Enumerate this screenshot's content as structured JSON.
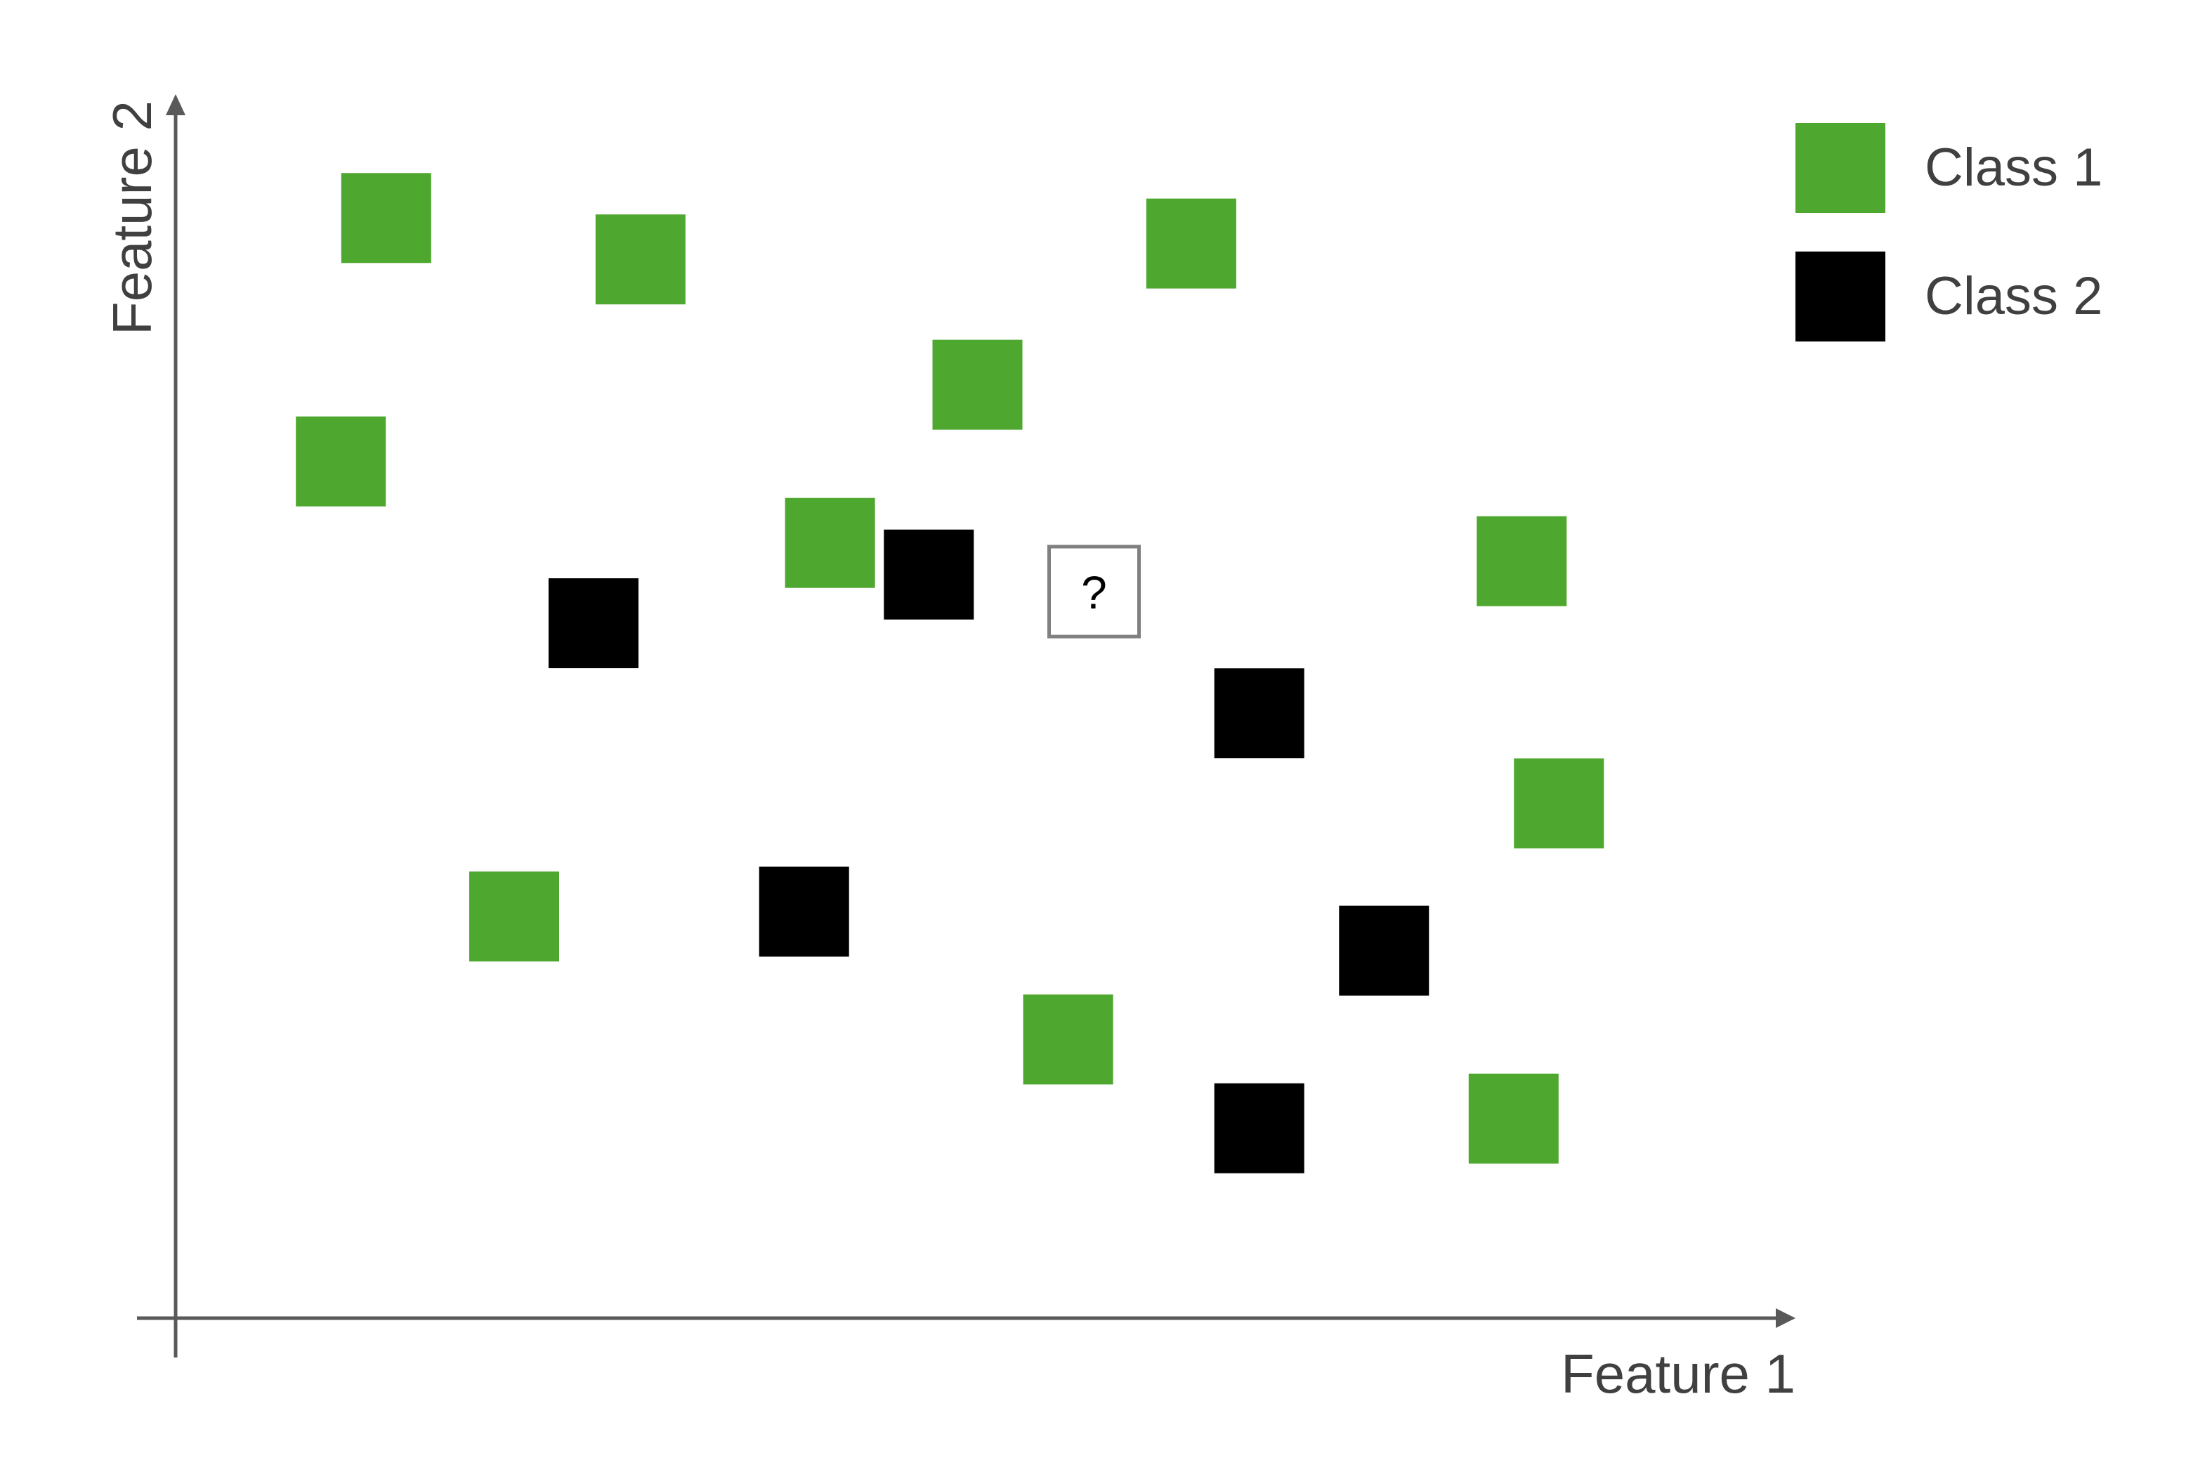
{
  "chart_data": {
    "type": "scatter",
    "title": "",
    "xlabel": "Feature 1",
    "ylabel": "Feature 2",
    "xlim": [
      0,
      100
    ],
    "ylim": [
      0,
      100
    ],
    "grid": false,
    "legend_position": "top-right",
    "colors": {
      "Class 1": "#4ea72e",
      "Class 2": "#000000",
      "query_border": "#808080",
      "axis": "#595959"
    },
    "series": [
      {
        "name": "Class 1",
        "points": [
          {
            "x": 13.0,
            "y": 90.4
          },
          {
            "x": 28.7,
            "y": 87.0
          },
          {
            "x": 62.7,
            "y": 88.3
          },
          {
            "x": 49.5,
            "y": 76.7
          },
          {
            "x": 10.2,
            "y": 70.4
          },
          {
            "x": 40.4,
            "y": 63.7
          },
          {
            "x": 83.1,
            "y": 62.2
          },
          {
            "x": 20.9,
            "y": 33.0
          },
          {
            "x": 55.1,
            "y": 22.9
          },
          {
            "x": 85.4,
            "y": 42.3
          },
          {
            "x": 82.6,
            "y": 16.4
          }
        ]
      },
      {
        "name": "Class 2",
        "points": [
          {
            "x": 25.8,
            "y": 57.1
          },
          {
            "x": 46.5,
            "y": 61.1
          },
          {
            "x": 66.9,
            "y": 49.7
          },
          {
            "x": 38.8,
            "y": 33.4
          },
          {
            "x": 74.6,
            "y": 30.2
          },
          {
            "x": 66.9,
            "y": 15.6
          }
        ]
      }
    ],
    "query_point": {
      "label": "?",
      "x": 56.7,
      "y": 59.7
    }
  }
}
